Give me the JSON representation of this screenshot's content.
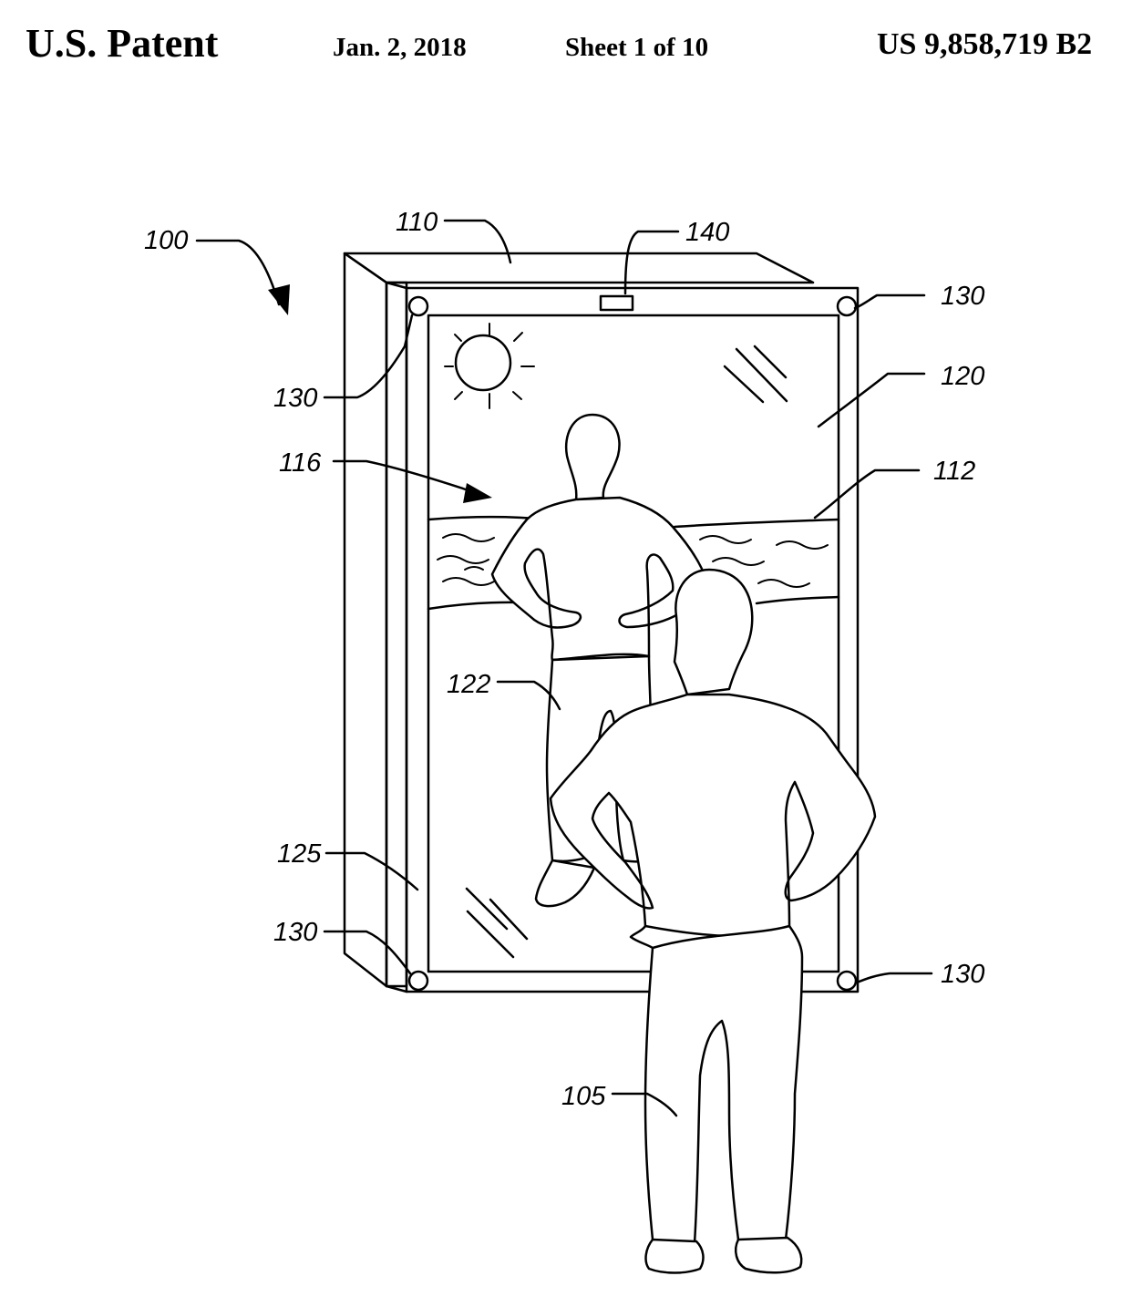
{
  "header": {
    "title": "U.S. Patent",
    "date": "Jan. 2, 2018",
    "sheet": "Sheet 1 of 10",
    "patent_number": "US 9,858,719 B2"
  },
  "figure": {
    "labels": {
      "system": "100",
      "housing": "110",
      "sensor": "140",
      "light_top_right": "130",
      "light_top_left": "130",
      "light_bottom_left": "130",
      "light_bottom_right": "130",
      "display": "120",
      "image": "116",
      "horizon": "112",
      "reflection": "122",
      "frame": "125",
      "user": "105"
    }
  }
}
